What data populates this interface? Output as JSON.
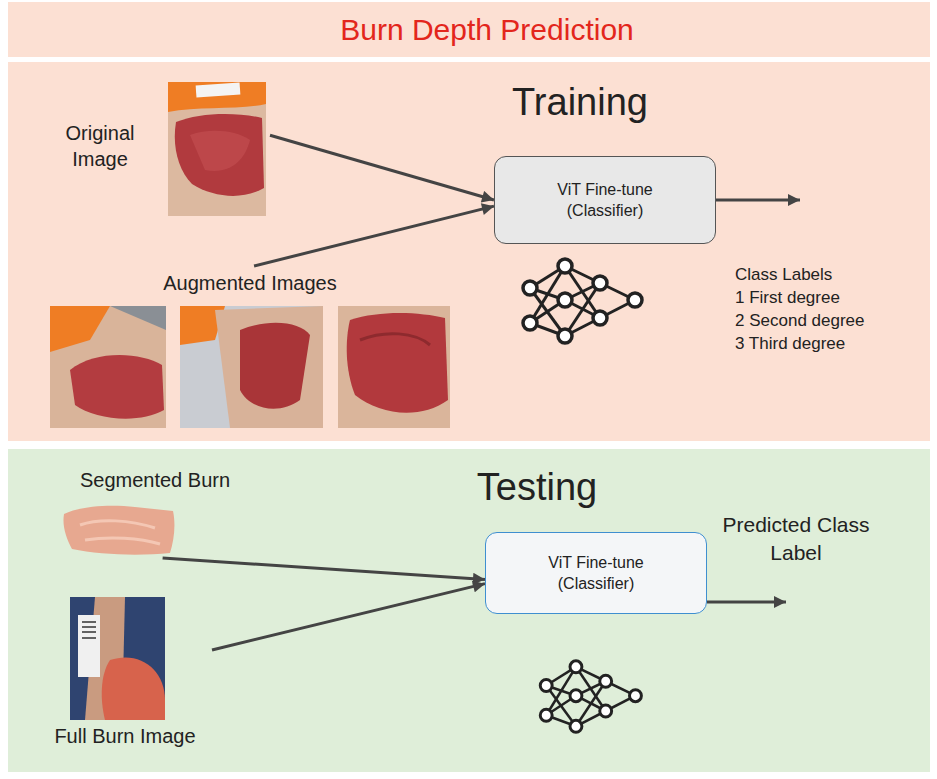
{
  "diagram": {
    "title": "Burn Depth Prediction",
    "nodes": [
      {
        "text": [
          "Training"
        ]
      },
      {
        "text": [
          "Original Image"
        ],
        "in": 0
      },
      {
        "text": [
          "Augmented Images"
        ],
        "in": 0
      },
      {
        "text": [
          "ViT Fine-tune (Classifier)"
        ],
        "in": 0
      },
      {
        "text": [
          "Testing"
        ]
      },
      {
        "text": [
          "Segmented Burn"
        ],
        "in": 4
      },
      {
        "text": [
          "Full Burn Image"
        ],
        "in": 4
      },
      {
        "text": [
          "ViT Fine-tune (Classifier)"
        ],
        "in": 4
      }
    ],
    "edges": [
      {
        "from": 1,
        "to": 3,
        "arrow": "to"
      },
      {
        "from": 2,
        "to": 3,
        "arrow": "to"
      },
      {
        "from": 5,
        "to": 7,
        "arrow": "to"
      },
      {
        "from": 6,
        "to": 7,
        "arrow": "to"
      }
    ],
    "labels": [
      "Class Labels",
      "1 First degree",
      "2 Second degree",
      "3 Third degree",
      "Predicted Class Label"
    ]
  }
}
